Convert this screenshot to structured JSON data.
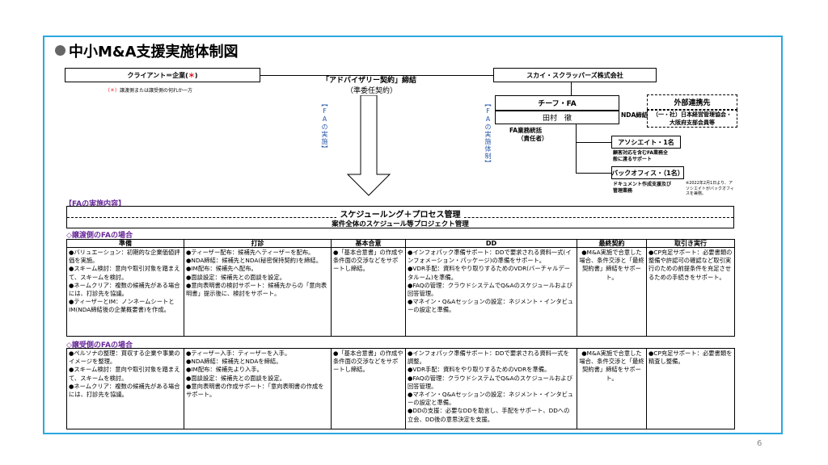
{
  "title": "中小M&A支援実施体制図",
  "client_box": {
    "pre": "クライアント＝企業(",
    "mark": "＊",
    "post": ")"
  },
  "client_note": {
    "mark": "（＊）",
    "text": "譲渡側または譲受側の何れか一方"
  },
  "contract_label": "「アドバイザリー契約」締結",
  "contract_sub": "（準委任契約）",
  "fa_label_left": "【FAの実施】",
  "fa_label_right": "【FAの実施体制】",
  "company_box": "スカイ・スクラッパーズ株式会社",
  "chief_fa": "チーフ・FA",
  "chief_name": "田村　徹",
  "fa_manager": "FA業務統括",
  "fa_manager_sub": "（責任者）",
  "nda_label": "NDA締結",
  "external_title": "外部連携先",
  "external_line1": "（一・社）日本経営管理協会・",
  "external_line2": "大阪府支部会員等",
  "associate_box": "アソシエイト・1名",
  "associate_note_1": "顧客対応を含むFA業務全",
  "associate_note_2": "般に渡るサポート",
  "backoffice_box": "バックオフィス・（1名）",
  "backoffice_note_1": "ドキュメント作成支援及び",
  "backoffice_note_2": "管理業務",
  "backoffice_small_1": "※2022年2月1日より、ア",
  "backoffice_small_2": "ソシエイトがバックオフィ",
  "backoffice_small_3": "スを兼務。",
  "fa_content_title": "【FAの実施内容】",
  "schedule_title": "スケジュールング＋プロセス管理",
  "schedule_sub": "案件全体のスケジュール等プロジェクト管理",
  "seller_title": "◇譲渡側のFAの場合",
  "buyer_title": "◇譲受側のFAの場合",
  "columns": [
    "準備",
    "打診",
    "基本合意",
    "DD",
    "最終契約",
    "取引き実行"
  ],
  "seller": {
    "c1": [
      "●バリュエーション：初期的な企業価値評価を実施。",
      "●スキーム検討：意向や取引対象を踏まえて、スキームを検討。",
      "●ネームクリア：複数の候補先がある場合には、打診先を協議。",
      "●ティーザーとIM：ノンネームシートとIM(NDA締結後の企業概要書)を作成。"
    ],
    "c2": [
      "●ティーザー配布：候補先へティーザーを配布。",
      "●NDA締結：候補先とNDA(秘密保持契約)を締結。",
      "●IM配布：候補先へ配布。",
      "●面談設定：候補先との面談を設定。",
      "●意向表明書の検討サポート：候補先からの「意向表明書」提示後に、検討をサポート。"
    ],
    "c3": [
      "●「基本合意書」の作成や条件面の交渉などをサポートし締結。"
    ],
    "c4": [
      "●インフォパック準備サポート：DDで要求される資料一式(インフォメーション・パッケージ)の準備をサポート。",
      "●VDR手配：資料をやり取りするためのVDR(バーチャルデータルーム)を準備。",
      "●FAQの管理：クラウドシステムでQ&Aのスケジュールおよび回答管理。",
      "●マネイン・Q&Aセッションの設定：ネジメント・インタビューの設定と準備。"
    ],
    "c5": "●M&A実施で合意した場合、条件交渉と「最終契約書」締結をサポート。",
    "c6": [
      "●CP充足サポート：必要書類の整備や許認可の確認など取引実行のための前提条件を充足させるための手続きをサポート。"
    ]
  },
  "buyer": {
    "c1": [
      "●ペルソナの整理：買収する企業や事業のイメージを整理。",
      "●スキーム検討：意向や取引対象を踏まえて、スキームを検討。",
      "●ネームクリア：複数の候補先がある場合には、打診先を協議。"
    ],
    "c2": [
      "●ティーザー入手：ティーザーを入手。",
      "●NDA締結：候補先とNDAを締結。",
      "●IM配布：候補先より入手。",
      "●面談設定：候補先との面談を設定。",
      "●意向表明書の作成サポート：「意向表明書の作成をサポート。"
    ],
    "c3": [
      "●「基本合意書」の作成や条件面の交渉などをサポートし締結。"
    ],
    "c4": [
      "●インフォパック準備サポート：DDで要求される資料一式を調整。",
      "●VDR手配：資料をやり取りするためのVDRを準備。",
      "●FAQの管理：クラウドシステムでQ&Aのスケジュールおよび回答管理。",
      "●マネイン・Q&Aセッションの設定：ネジメント・インタビューの設定と準備。",
      "●DDの支援：必要なDDを助言し、手配をサポート、DDへの立会、DD後の意思決定を支援。"
    ],
    "c5": "●M&A実施で合意した場合、条件交渉と「最終契約書」締結をサポート。",
    "c6": [
      "●CP充足サポート：必要書類を精査し整備。"
    ]
  },
  "page_number": "6",
  "colors": {
    "frame": "#2aa7e0",
    "accent": "#6a2a9a",
    "vertical_text": "#2a5aa8",
    "mark": "#e60012"
  }
}
